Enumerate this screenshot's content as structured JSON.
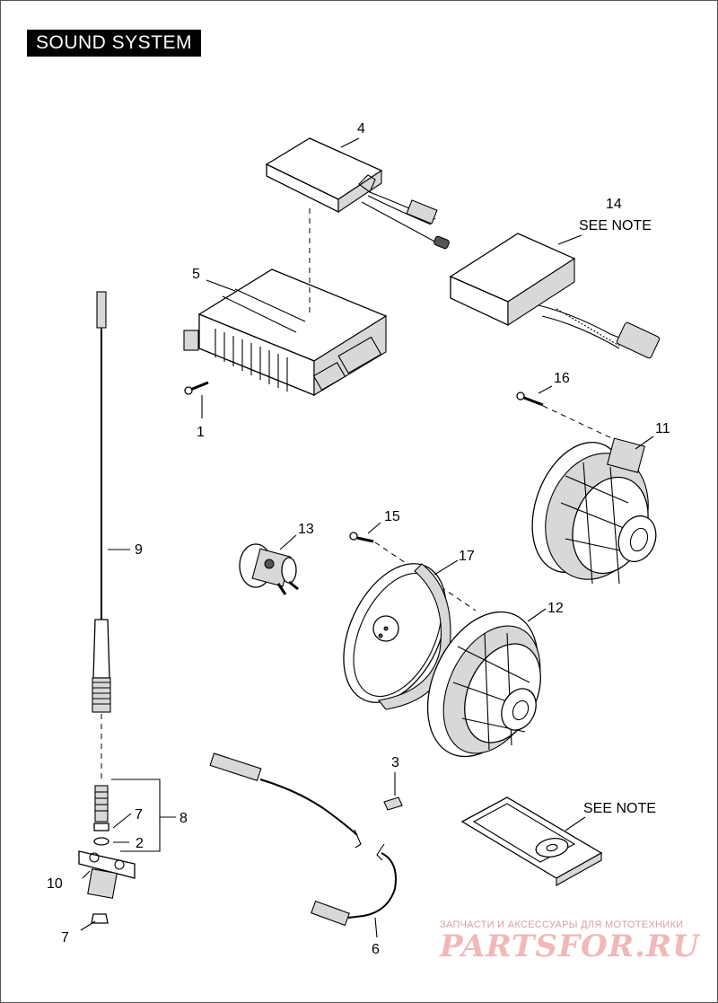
{
  "title": "SOUND SYSTEM",
  "callouts": {
    "c1": "1",
    "c2": "2",
    "c3": "3",
    "c4": "4",
    "c5": "5",
    "c6": "6",
    "c7a": "7",
    "c7b": "7",
    "c8": "8",
    "c9": "9",
    "c10": "10",
    "c11": "11",
    "c12": "12",
    "c13": "13",
    "c14": "14",
    "c15": "15",
    "c16": "16",
    "c17": "17"
  },
  "notes": {
    "see_note_14": "SEE NOTE",
    "see_note_ipod": "SEE NOTE"
  },
  "watermark": {
    "subtitle": "ЗАПЧАСТИ И АКСЕССУАРЫ ДЛЯ МОТОТЕХНИКИ",
    "logo": "PARTSFOR.RU"
  }
}
